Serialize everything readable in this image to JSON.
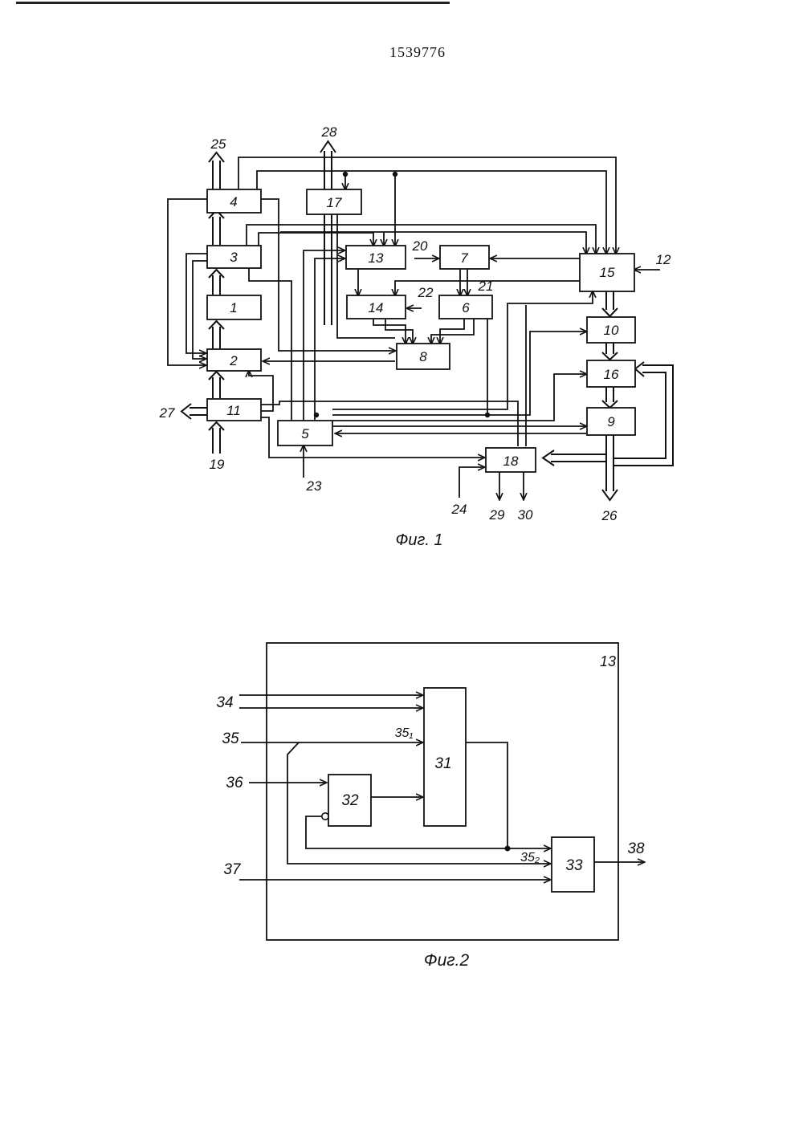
{
  "patent_number": "1539776",
  "fig1": {
    "caption": "Фиг. 1",
    "blocks": [
      "4",
      "17",
      "3",
      "13",
      "7",
      "15",
      "1",
      "14",
      "6",
      "10",
      "2",
      "8",
      "16",
      "11",
      "5",
      "9",
      "18"
    ],
    "terminals": [
      "25",
      "28",
      "20",
      "22",
      "21",
      "12",
      "27",
      "19",
      "23",
      "24",
      "29",
      "30",
      "26"
    ]
  },
  "fig2": {
    "caption": "Фиг.2",
    "frame_label": "13",
    "blocks": [
      "31",
      "32",
      "33"
    ],
    "terminals": [
      "34",
      "35",
      "36",
      "37",
      "38"
    ],
    "signals": [
      "35₁",
      "35₂"
    ]
  }
}
